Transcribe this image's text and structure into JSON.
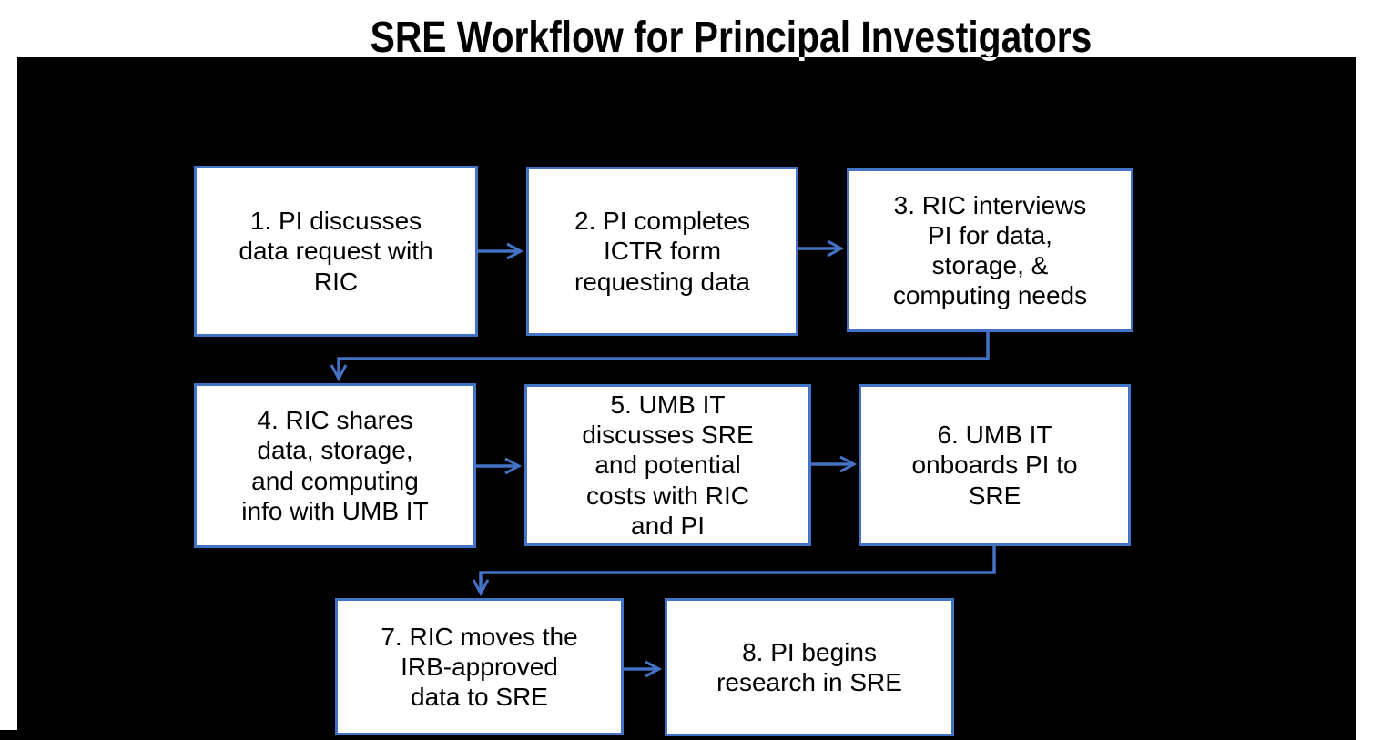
{
  "title": "SRE Workflow for Principal Investigators",
  "colors": {
    "page_bg": "#FFFFFF",
    "panel_bg": "#000000",
    "box_fill": "#FFFFFF",
    "box_border": "#4472C4",
    "arrow": "#4472C4",
    "box_text": "#000000",
    "title_text": "#000000"
  },
  "flowchart": {
    "steps": [
      {
        "id": "1",
        "label": "1. PI discusses\ndata request with\nRIC"
      },
      {
        "id": "2",
        "label": "2. PI completes\nICTR form\nrequesting data"
      },
      {
        "id": "3",
        "label": "3. RIC interviews\nPI for data,\nstorage, &\ncomputing needs"
      },
      {
        "id": "4",
        "label": "4. RIC shares\ndata, storage,\nand computing\ninfo with UMB IT"
      },
      {
        "id": "5",
        "label": "5. UMB IT\ndiscusses SRE\nand potential\ncosts with RIC\nand PI"
      },
      {
        "id": "6",
        "label": "6. UMB IT\nonboards PI to\nSRE"
      },
      {
        "id": "7",
        "label": "7. RIC moves the\nIRB-approved\ndata to SRE"
      },
      {
        "id": "8",
        "label": "8. PI begins\nresearch in SRE"
      }
    ]
  }
}
